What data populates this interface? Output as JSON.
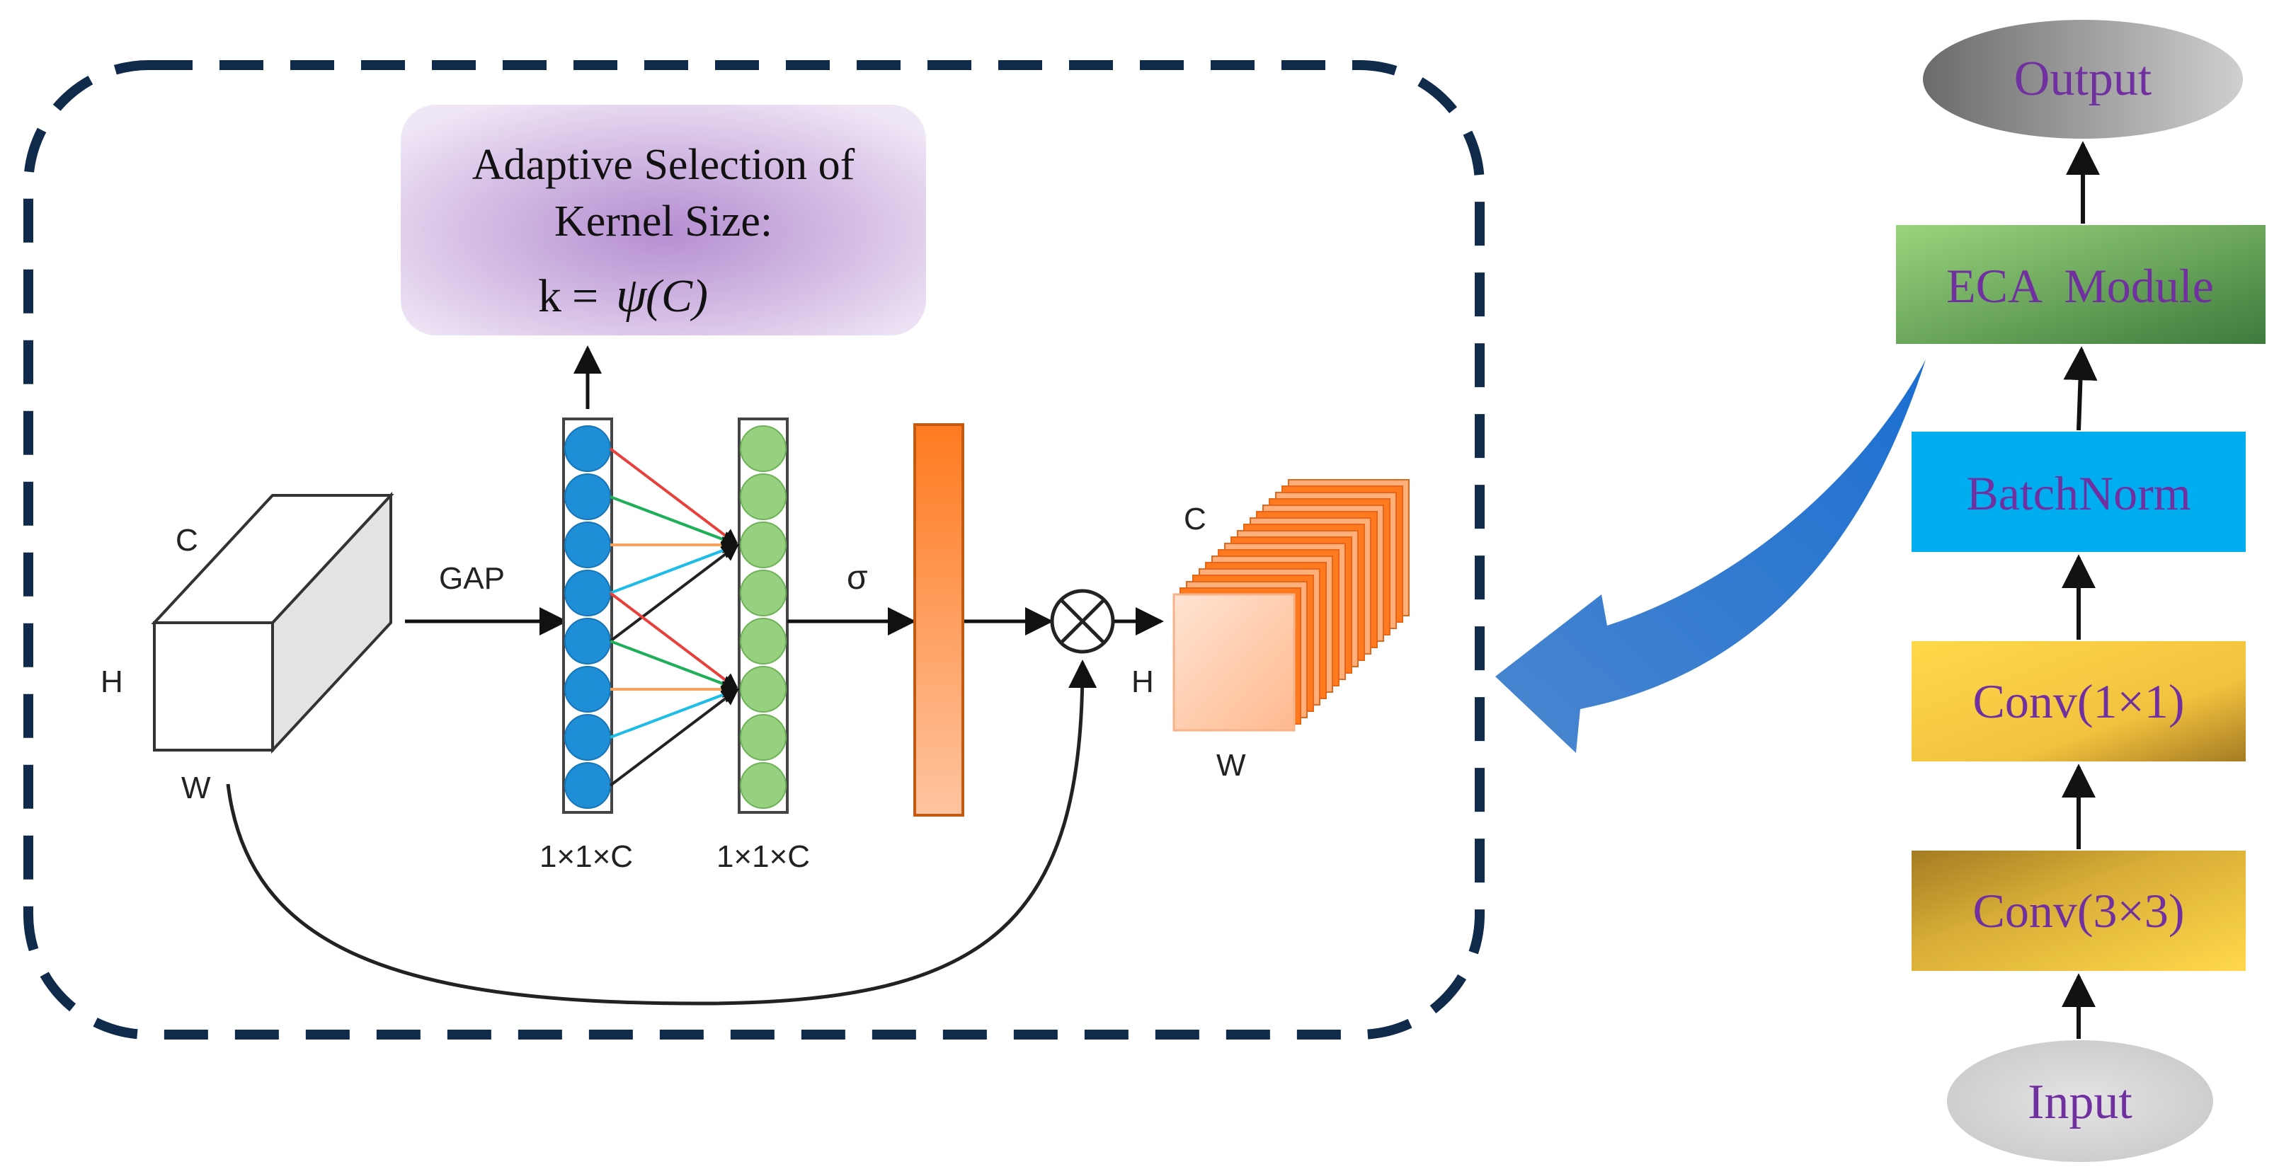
{
  "eca_panel": {
    "kernel_box_line1": "Adaptive Selection of",
    "kernel_box_line2": "Kernel Size:",
    "kernel_formula_k": "k",
    "kernel_formula_eq": "=",
    "kernel_formula_psi": "ψ",
    "kernel_formula_arg": "(C)",
    "input_c": "C",
    "input_h": "H",
    "input_w": "W",
    "gap_label": "GAP",
    "sigma_label": "σ",
    "vec1_label": "1×1×C",
    "vec2_label": "1×1×C",
    "output_c": "C",
    "output_h": "H",
    "output_w": "W",
    "multiply_symbol": "×"
  },
  "pipeline": {
    "output": "Output",
    "eca_module": "ECA  Module",
    "batchnorm": "BatchNorm",
    "conv1": "Conv(1×1)",
    "conv3": "Conv(3×3)",
    "input": "Input"
  },
  "colors": {
    "dash_border": "#0f2a4a",
    "kernel_box": "#d9c4e6",
    "blue_circle": "#1e8fd6",
    "green_circle": "#97d17f",
    "sigma_bar": "#ff8a3d",
    "eca_box": "#6aa84f",
    "batchnorm_box": "#00aeef",
    "conv_box": "#f0c040",
    "pipeline_text": "#7030a0",
    "big_arrow": "#2f6fcb",
    "connection_red": "#e8403a",
    "connection_green": "#1fae5a",
    "connection_orange": "#f6a25a",
    "connection_cyan": "#1ebde8",
    "connection_black": "#222222"
  }
}
